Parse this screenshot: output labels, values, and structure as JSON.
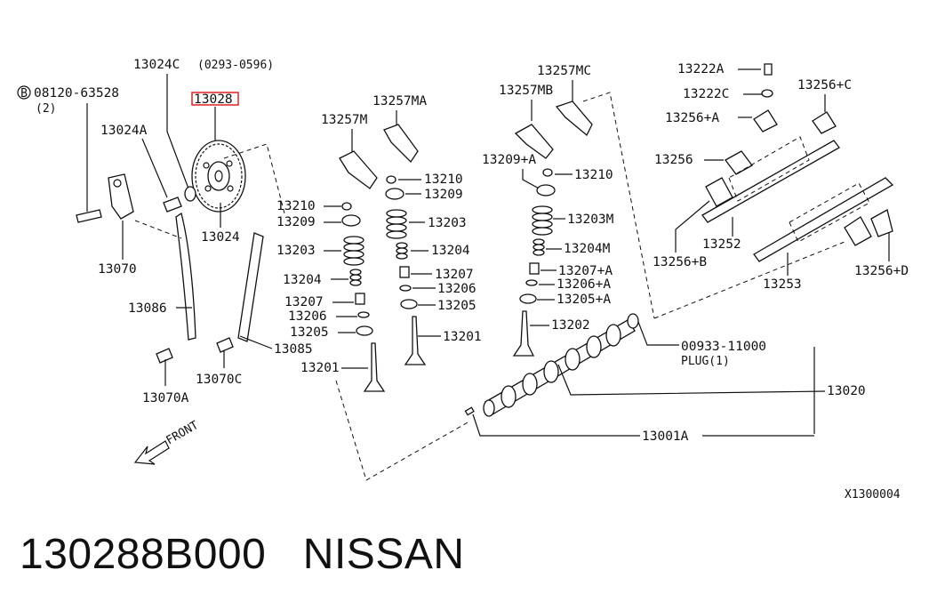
{
  "diagram": {
    "labels": {
      "p13024C": "13024C",
      "p13024C_range": "(0293-0596)",
      "p13028": "13028",
      "p08120": "08120-63528",
      "p08120_qty": "(2)",
      "p13024A": "13024A",
      "p13024": "13024",
      "p13070": "13070",
      "p13086": "13086",
      "p13085": "13085",
      "p13070A": "13070A",
      "p13070C": "13070C",
      "front": "FRONT",
      "p13257M": "13257M",
      "p13257MA": "13257MA",
      "p13210_l": "13210",
      "p13209_l": "13209",
      "p13203_l": "13203",
      "p13204_l": "13204",
      "p13207_l": "13207",
      "p13206_l": "13206",
      "p13205_l": "13205",
      "p13201_l": "13201",
      "p13210_r": "13210",
      "p13209_r": "13209",
      "p13203_r": "13203",
      "p13204_r": "13204",
      "p13207_r": "13207",
      "p13206_r": "13206",
      "p13205_r": "13205",
      "p13201_r": "13201",
      "p13257MC": "13257MC",
      "p13257MB": "13257MB",
      "p13209A": "13209+A",
      "p13210_e": "13210",
      "p13203M": "13203M",
      "p13204M": "13204M",
      "p13207A": "13207+A",
      "p13206A": "13206+A",
      "p13205A": "13205+A",
      "p13202": "13202",
      "p13222A": "13222A",
      "p13222C": "13222C",
      "p13256C": "13256+C",
      "p13256A": "13256+A",
      "p13256": "13256",
      "p13252": "13252",
      "p13256B": "13256+B",
      "p13253": "13253",
      "p13256D": "13256+D",
      "p00933": "00933-11000",
      "plug": "PLUG(1)",
      "p13020": "13020",
      "p13001A": "13001A",
      "fig_id": "X1300004"
    },
    "bolt_symbol": "B"
  },
  "footer": {
    "part_number": "130288B000",
    "brand": "NISSAN"
  },
  "colors": {
    "highlight": "#e02020",
    "ink": "#111111"
  }
}
